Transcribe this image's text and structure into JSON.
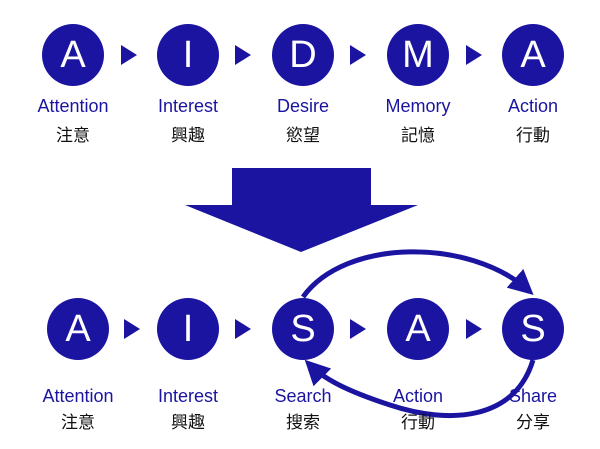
{
  "colors": {
    "accent": "#1a14a0",
    "text": "#111111"
  },
  "aidma": {
    "steps": [
      {
        "letter": "A",
        "en": "Attention",
        "jp": "注意"
      },
      {
        "letter": "I",
        "en": "Interest",
        "jp": "興趣"
      },
      {
        "letter": "D",
        "en": "Desire",
        "jp": "慾望"
      },
      {
        "letter": "M",
        "en": "Memory",
        "jp": "記憶"
      },
      {
        "letter": "A",
        "en": "Action",
        "jp": "行動"
      }
    ]
  },
  "aisas": {
    "steps": [
      {
        "letter": "A",
        "en": "Attention",
        "jp": "注意"
      },
      {
        "letter": "I",
        "en": "Interest",
        "jp": "興趣"
      },
      {
        "letter": "S",
        "en": "Search",
        "jp": "搜索"
      },
      {
        "letter": "A",
        "en": "Action",
        "jp": "行動"
      },
      {
        "letter": "S",
        "en": "Share",
        "jp": "分享"
      }
    ]
  },
  "icons": {
    "step_arrow": "right-triangle-icon",
    "transition_arrow": "down-arrow-icon",
    "loop_arrows": "curved-arrow-icon"
  }
}
